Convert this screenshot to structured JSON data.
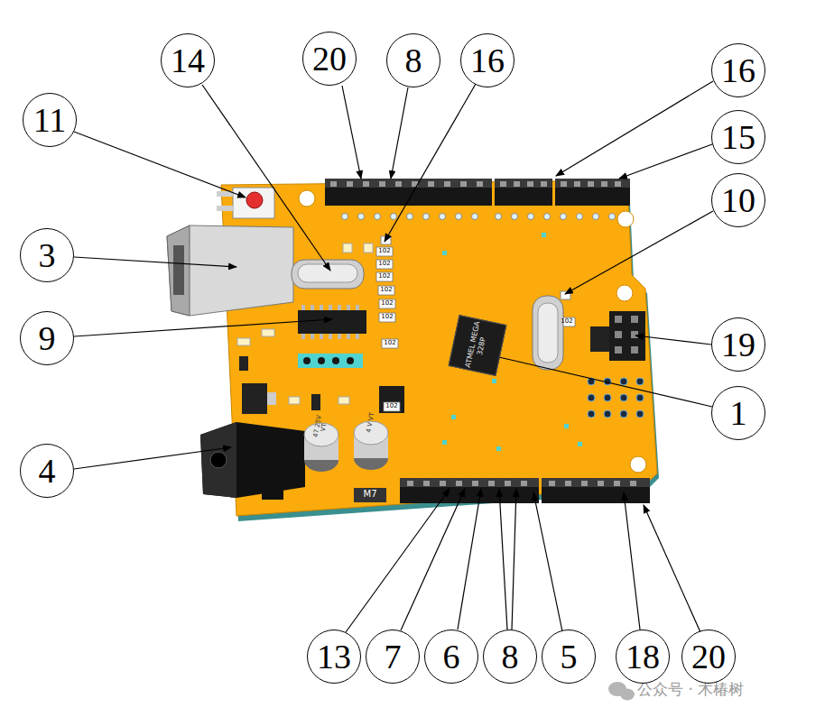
{
  "diagram": {
    "nodes": [
      {
        "text": [
          "14"
        ]
      },
      {
        "text": [
          "20"
        ]
      },
      {
        "text": [
          "8"
        ]
      },
      {
        "text": [
          "16"
        ]
      },
      {
        "text": [
          "16"
        ]
      },
      {
        "text": [
          "11"
        ]
      },
      {
        "text": [
          "15"
        ]
      },
      {
        "text": [
          "10"
        ]
      },
      {
        "text": [
          "3"
        ]
      },
      {
        "text": [
          "9"
        ]
      },
      {
        "text": [
          "19"
        ]
      },
      {
        "text": [
          "ATMEL MEGA 328P"
        ]
      },
      {
        "text": [
          "1"
        ]
      },
      {
        "text": [
          "4"
        ]
      },
      {
        "text": [
          "13"
        ]
      },
      {
        "text": [
          "7"
        ]
      },
      {
        "text": [
          "6"
        ]
      },
      {
        "text": [
          "8"
        ]
      },
      {
        "text": [
          "5"
        ]
      },
      {
        "text": [
          "18"
        ]
      },
      {
        "text": [
          "20"
        ]
      }
    ],
    "labels": [
      "102",
      "102",
      "102",
      "102",
      "102",
      "102",
      "102",
      "102",
      "102",
      "M7",
      "47 25V VT",
      "4 V VT",
      "公众号 · 木椿树"
    ]
  }
}
